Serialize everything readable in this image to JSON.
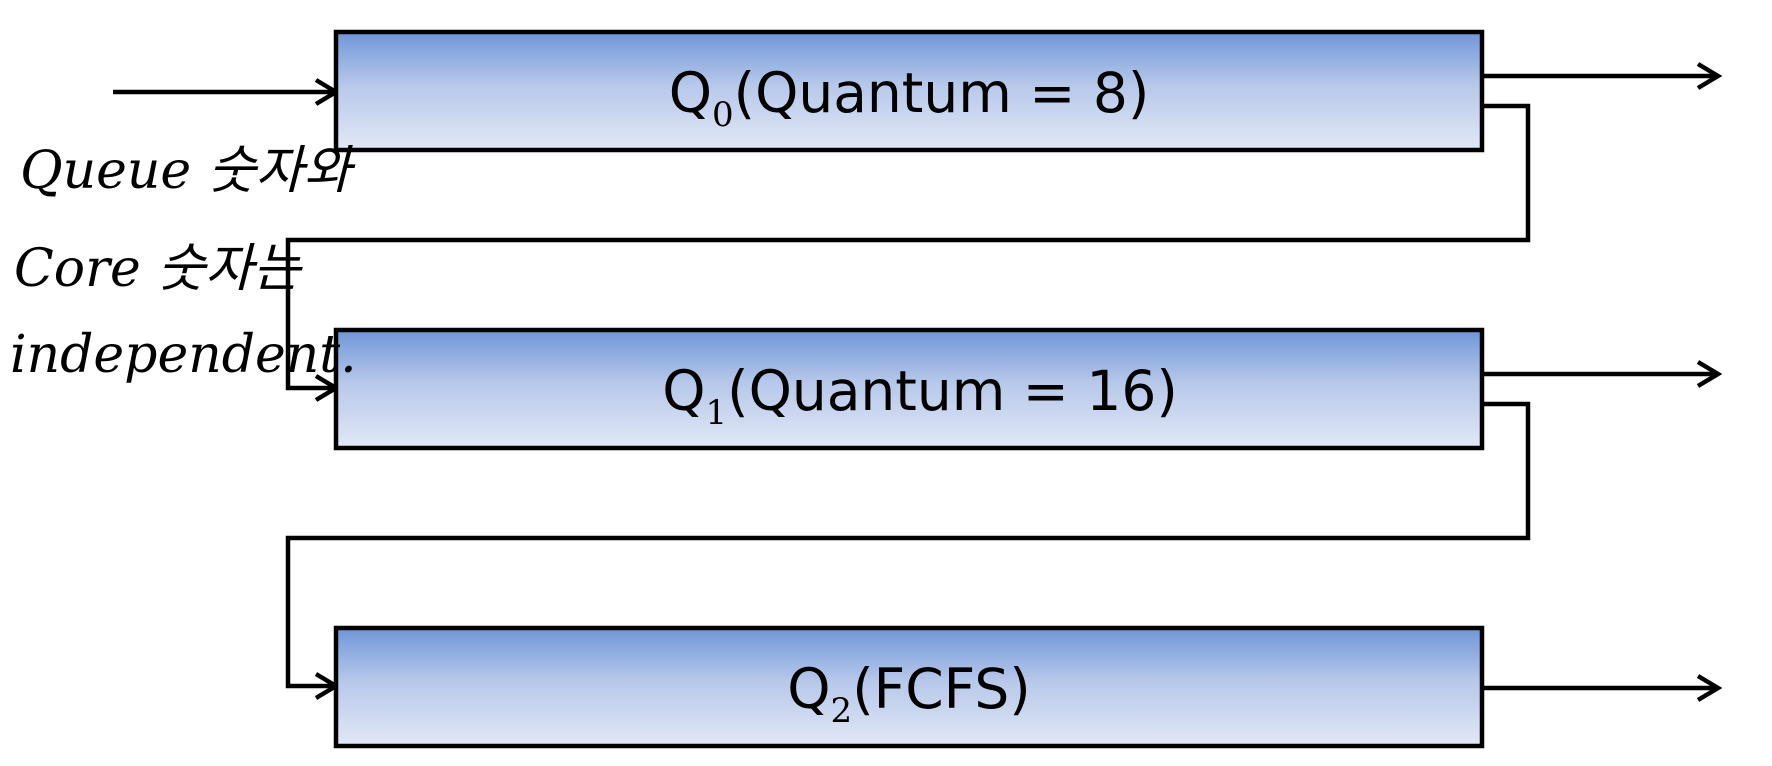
{
  "colors": {
    "box_top": "#6f96d8",
    "box_bottom": "#e2e8f6",
    "stroke": "#000000"
  },
  "queues": [
    {
      "prefix": "Q",
      "subscript": "0",
      "label": "(Quantum  =  8)"
    },
    {
      "prefix": "Q",
      "subscript": "1",
      "label": "(Quantum  =  16)"
    },
    {
      "prefix": "Q",
      "subscript": "2",
      "label": "(FCFS)"
    }
  ],
  "handwritten_note": {
    "lines": [
      "Queue 숫자와",
      "Core 숫자는",
      "independent."
    ]
  }
}
